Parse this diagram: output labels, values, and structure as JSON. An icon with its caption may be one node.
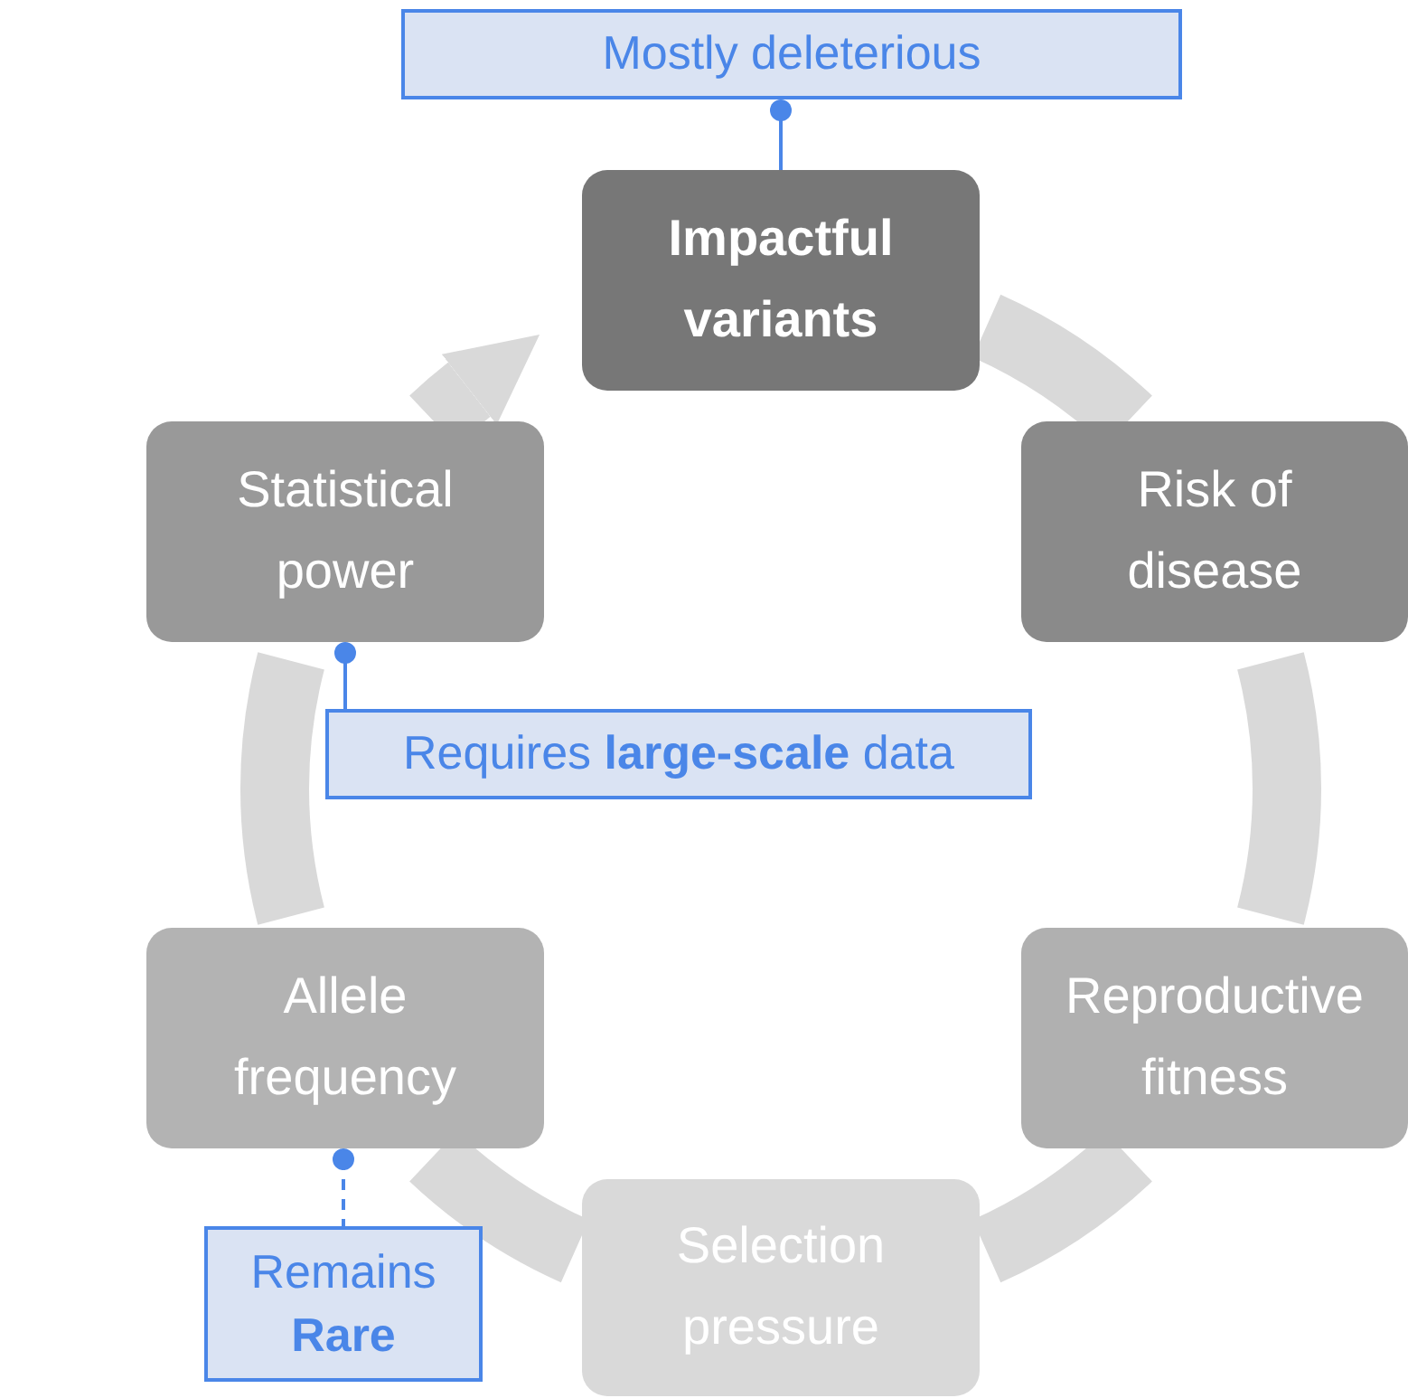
{
  "diagram": {
    "nodes": [
      {
        "text": [
          "Mostly deleterious"
        ]
      },
      {
        "text": [
          "Impactful variants"
        ]
      },
      {
        "text": [
          "Risk of disease"
        ]
      },
      {
        "text": [
          "Reproductive fitness"
        ]
      },
      {
        "text": [
          "Selection pressure"
        ]
      },
      {
        "text": [
          "Allele frequency"
        ]
      },
      {
        "text": [
          "Statistical power"
        ]
      },
      {
        "text": [
          "Requires **large-scale** data"
        ]
      },
      {
        "text": [
          "Remains **Rare**"
        ]
      }
    ],
    "edges": [
      {
        "from": 0,
        "to": 1,
        "arrow": "other",
        "color": "#4a86e8"
      },
      {
        "from": 1,
        "to": 2,
        "arrow": "none"
      },
      {
        "from": 2,
        "to": 3,
        "arrow": "none"
      },
      {
        "from": 3,
        "to": 4,
        "arrow": "none"
      },
      {
        "from": 4,
        "to": 5,
        "arrow": "none"
      },
      {
        "from": 5,
        "to": 6,
        "arrow": "none"
      },
      {
        "from": 6,
        "to": 1,
        "arrow": "to"
      },
      {
        "from": 6,
        "to": 7,
        "arrow": "other",
        "color": "#4a86e8"
      },
      {
        "from": 5,
        "to": 8,
        "arrow": "other",
        "style": "dashed",
        "color": "#4a86e8"
      }
    ]
  }
}
